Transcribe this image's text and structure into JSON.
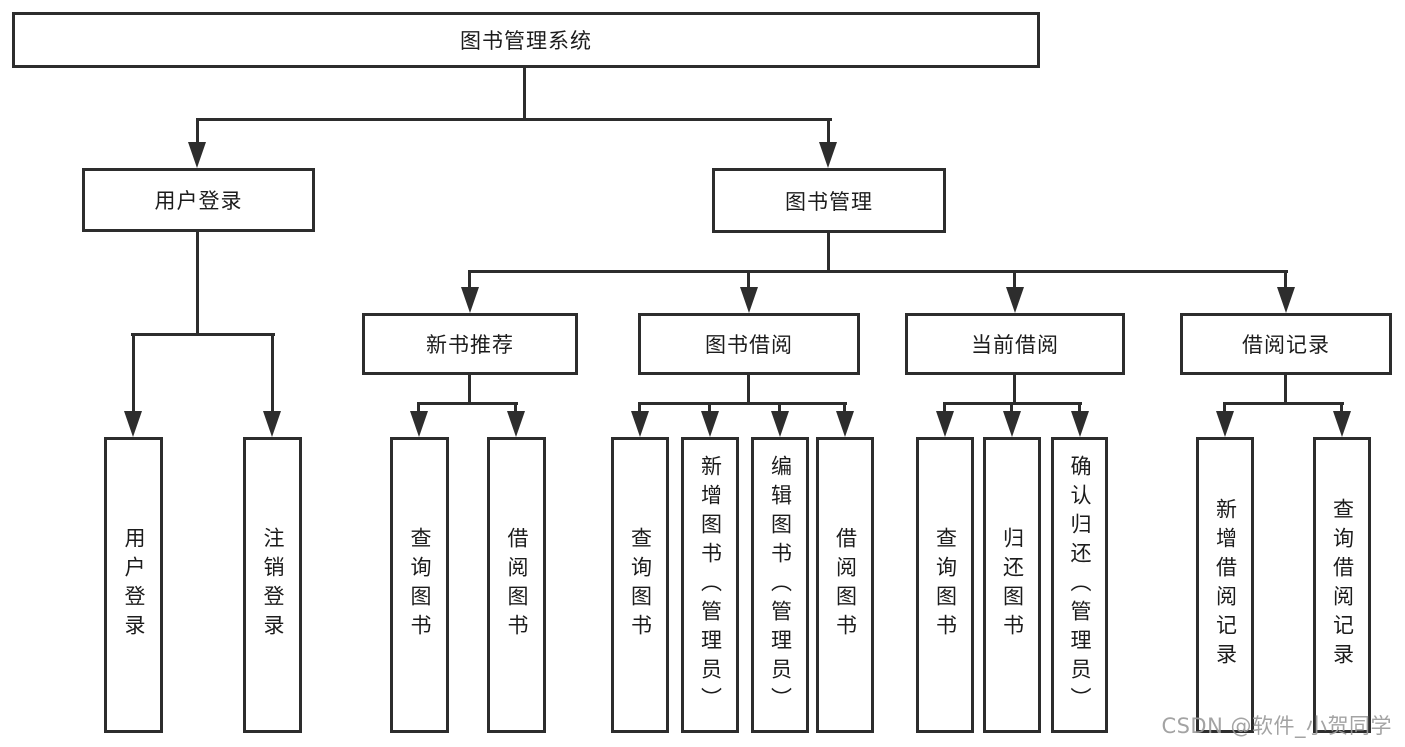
{
  "diagram": {
    "title": "图书管理系统",
    "level2": {
      "user_login": {
        "label": "用户登录",
        "children": [
          {
            "label": "用户登录"
          },
          {
            "label": "注销登录"
          }
        ]
      },
      "book_management": {
        "label": "图书管理",
        "sections": [
          {
            "label": "新书推荐",
            "children": [
              {
                "label": "查询图书"
              },
              {
                "label": "借阅图书"
              }
            ]
          },
          {
            "label": "图书借阅",
            "children": [
              {
                "label": "查询图书"
              },
              {
                "label": "新增图书（管理员）"
              },
              {
                "label": "编辑图书（管理员）"
              },
              {
                "label": "借阅图书"
              }
            ]
          },
          {
            "label": "当前借阅",
            "children": [
              {
                "label": "查询图书"
              },
              {
                "label": "归还图书"
              },
              {
                "label": "确认归还（管理员）"
              }
            ]
          },
          {
            "label": "借阅记录",
            "children": [
              {
                "label": "新增借阅记录"
              },
              {
                "label": "查询借阅记录"
              }
            ]
          }
        ]
      }
    }
  },
  "watermark": {
    "text": "CSDN @软件_小贺同学"
  },
  "colors": {
    "line": "#2d2d2d",
    "text": "#1c1c1c",
    "background": "#ffffff",
    "watermark": "#9c9c9c"
  }
}
